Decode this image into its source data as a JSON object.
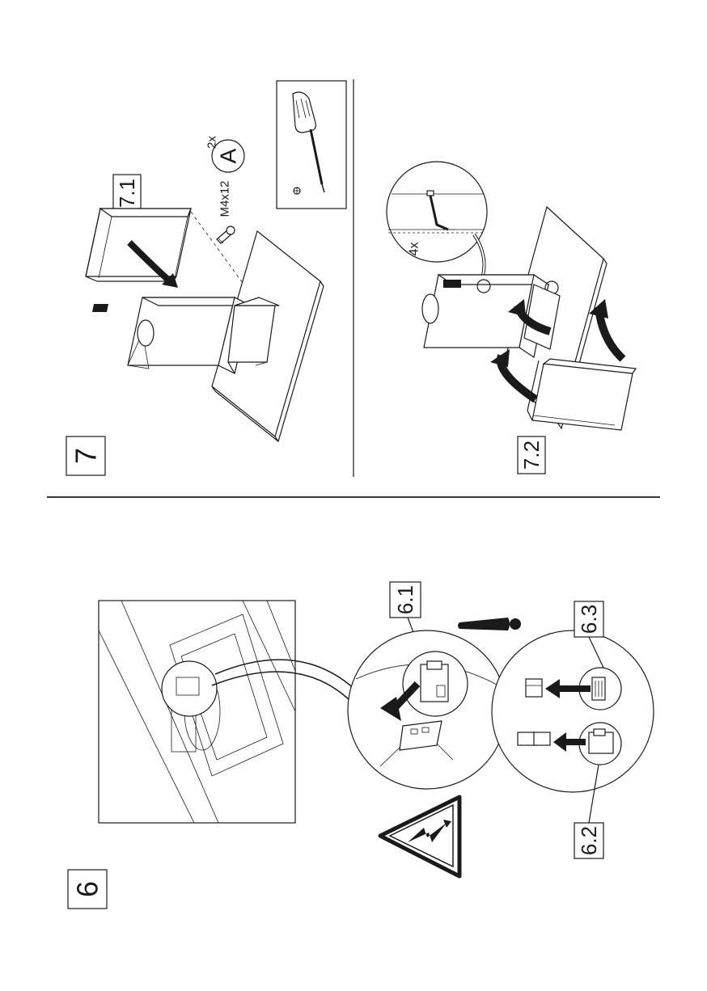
{
  "steps": {
    "step7": {
      "number": "7",
      "sub1": "7.1",
      "sub2": "7.2",
      "screw_label": "M4x12",
      "part_letter": "A",
      "part_qty": "2x",
      "clip_count": "4x"
    },
    "step6": {
      "number": "6",
      "sub1": "6.1",
      "sub2": "6.2",
      "sub3": "6.3"
    }
  },
  "icons": {
    "tool": "screwdriver-icon",
    "warning": "electric-hazard-icon",
    "attention": "exclamation-icon"
  },
  "colors": {
    "ink": "#1a1a1a",
    "paper": "#ffffff"
  }
}
